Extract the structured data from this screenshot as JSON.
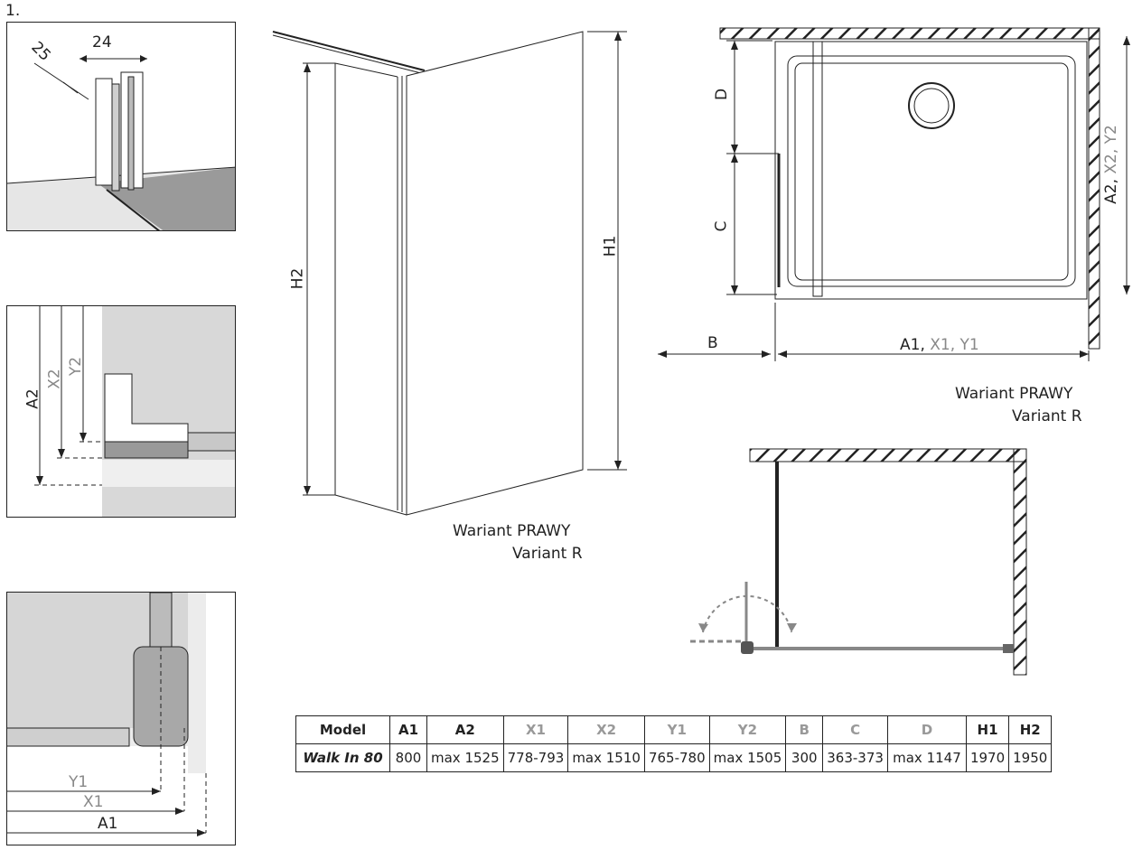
{
  "figure_number": "1.",
  "detail1": {
    "dim_a": "25",
    "dim_b": "24"
  },
  "detail2": {
    "labels": [
      "A2",
      "X2",
      "Y2"
    ]
  },
  "detail3": {
    "labels": [
      "Y1",
      "X1",
      "A1"
    ]
  },
  "elevation": {
    "h1": "H1",
    "h2": "H2",
    "variant_pl": "Wariant PRAWY",
    "variant_en": "Variant R"
  },
  "plan": {
    "d": "D",
    "c": "C",
    "b": "B",
    "a1": "A1,",
    "x1y1": "X1, Y1",
    "a2": "A2,",
    "x2y2": "X2, Y2",
    "variant_pl": "Wariant PRAWY",
    "variant_en": "Variant R"
  },
  "table": {
    "headers": [
      "Model",
      "A1",
      "A2",
      "X1",
      "X2",
      "Y1",
      "Y2",
      "B",
      "C",
      "D",
      "H1",
      "H2"
    ],
    "grey_headers": [
      "X1",
      "X2",
      "Y1",
      "Y2",
      "B",
      "C",
      "D"
    ],
    "row": [
      "Walk In 80",
      "800",
      "max 1525",
      "778-793",
      "max 1510",
      "765-780",
      "max 1505",
      "300",
      "363-373",
      "max 1147",
      "1970",
      "1950"
    ]
  },
  "colors": {
    "line": "#222222",
    "grey_text": "#888888",
    "fill_light": "#d6d6d6",
    "fill_mid": "#a8a8a8"
  }
}
